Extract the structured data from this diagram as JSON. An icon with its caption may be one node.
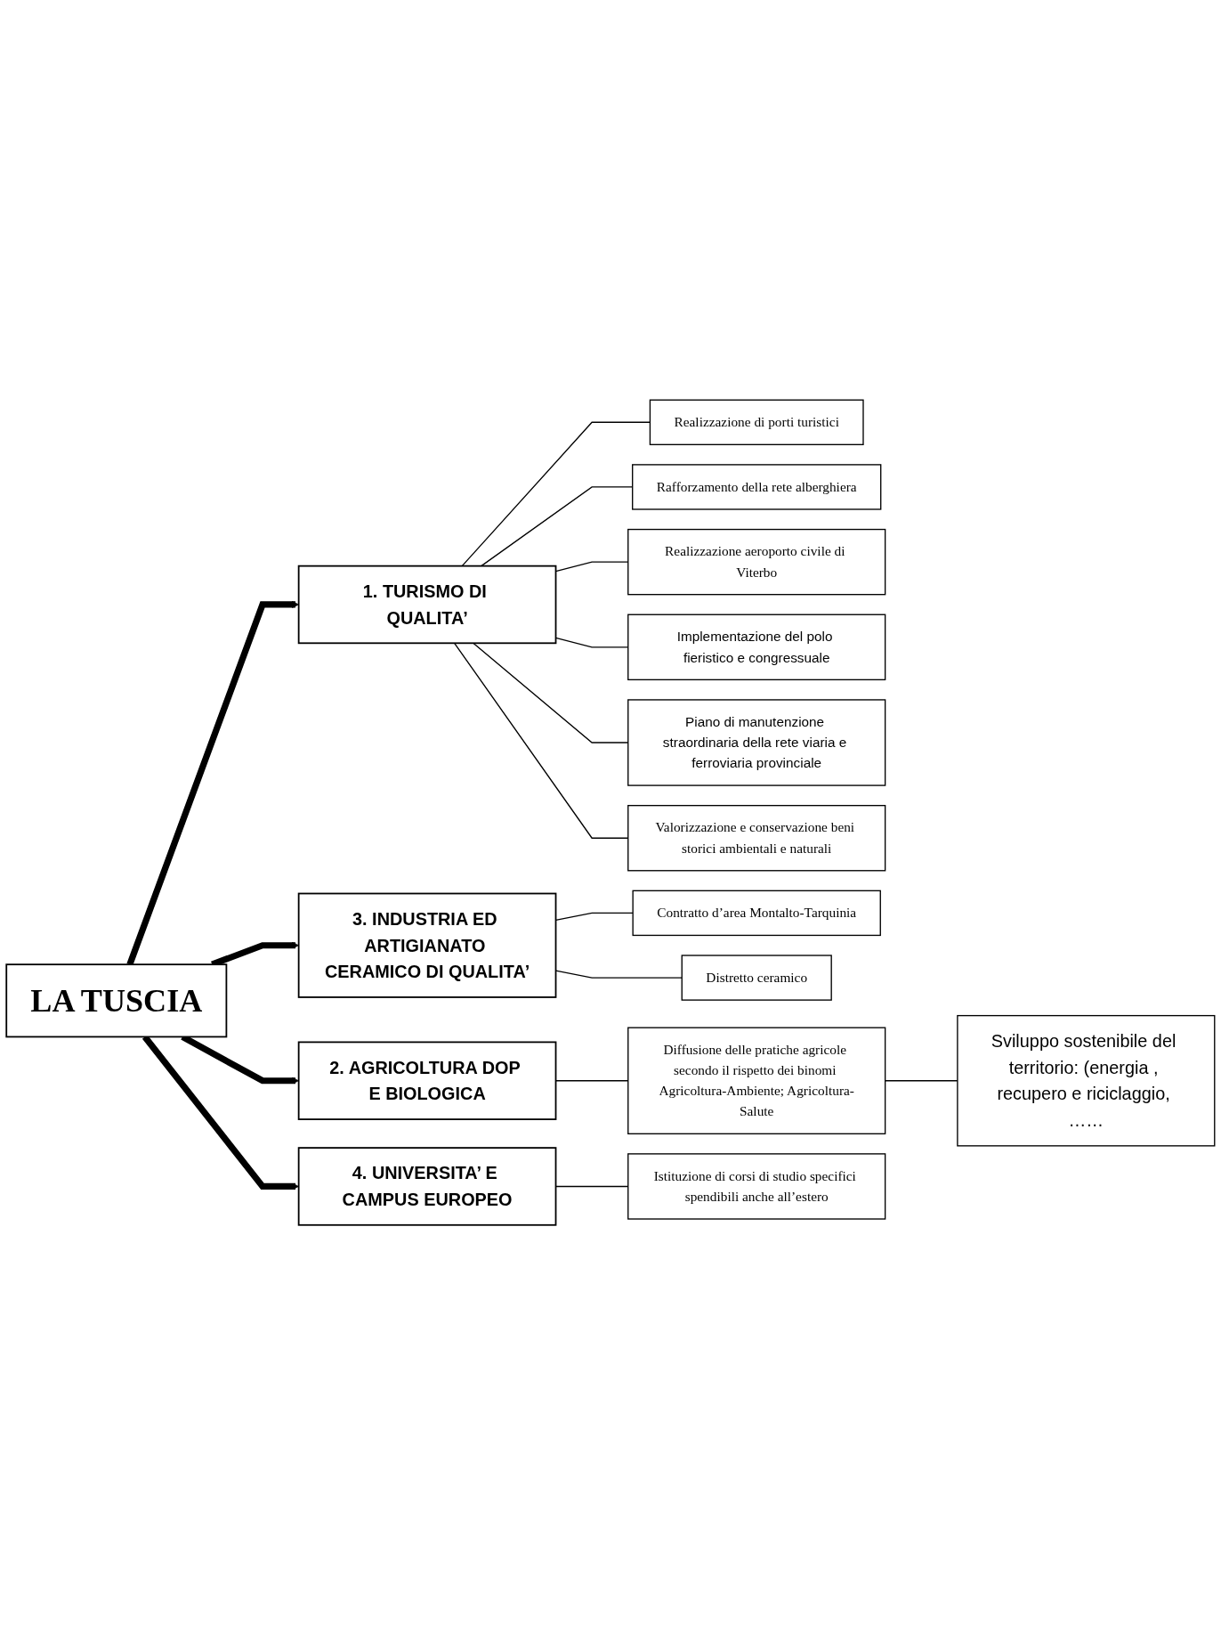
{
  "diagram": {
    "nodes": [
      {
        "text": [
          "Realizzazione di porti turistici"
        ]
      },
      {
        "text": [
          "Rafforzamento della rete alberghiera"
        ]
      },
      {
        "text": [
          "Realizzazione aeroporto civile di Viterbo"
        ]
      },
      {
        "text": [
          "Implementazione del polo fieristico e congressuale"
        ]
      },
      {
        "text": [
          "Piano di manutenzione straordinaria della rete viaria e ferroviaria provinciale"
        ]
      },
      {
        "text": [
          "1. TURISMO DI QUALITA’"
        ]
      },
      {
        "text": [
          "Valorizzazione e conservazione beni storici ambientali e naturali"
        ]
      },
      {
        "text": [
          "2. AGRICOLTURA DOP E BIOLOGICA"
        ]
      },
      {
        "text": [
          "LA TUSCIA"
        ]
      },
      {
        "text": [
          "3. INDUSTRIA ED ARTIGIANATO CERAMICO DI QUALITA’"
        ]
      },
      {
        "text": [
          "Contratto d’area Montalto-Tarquinia"
        ]
      },
      {
        "text": [
          "Distretto ceramico"
        ]
      },
      {
        "text": [
          "Diffusione delle pratiche agricole secondo il rispetto dei binomi Agricoltura-Ambiente; Agricoltura-Salute"
        ]
      },
      {
        "text": [
          "Sviluppo sostenibile del territorio: (energia , recupero e riciclaggio, ……"
        ]
      },
      {
        "text": [
          "4. UNIVERSITA’ E CAMPUS EUROPEO"
        ]
      },
      {
        "text": [
          "Istituzione di corsi di studio specifici spendibili anche all’estero"
        ]
      }
    ],
    "edges": [
      {
        "from": 5,
        "to": 0,
        "arrow": "none"
      },
      {
        "from": 5,
        "to": 1,
        "arrow": "none"
      },
      {
        "from": 5,
        "to": 2,
        "arrow": "none"
      },
      {
        "from": 5,
        "to": 3,
        "arrow": "none"
      },
      {
        "from": 5,
        "to": 4,
        "arrow": "none"
      },
      {
        "from": 5,
        "to": 6,
        "arrow": "none"
      },
      {
        "from": 8,
        "to": 5,
        "arrow": "to",
        "style": "thick"
      },
      {
        "from": 8,
        "to": 7,
        "arrow": "to",
        "style": "thick"
      },
      {
        "from": 8,
        "to": 9,
        "arrow": "to",
        "style": "thick"
      },
      {
        "from": 8,
        "to": 14,
        "arrow": "to",
        "style": "thick"
      },
      {
        "from": 9,
        "to": 10,
        "arrow": "none"
      },
      {
        "from": 9,
        "to": 11,
        "arrow": "none"
      },
      {
        "from": 7,
        "to": 12,
        "arrow": "none"
      },
      {
        "from": 12,
        "to": 13,
        "arrow": "none"
      },
      {
        "from": 14,
        "to": 15,
        "arrow": "none"
      }
    ]
  }
}
